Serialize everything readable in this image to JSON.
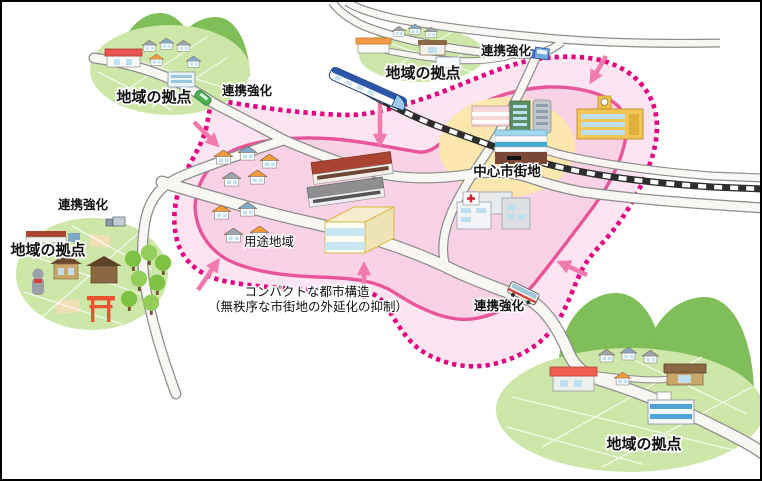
{
  "diagram": {
    "type": "urban-structure-concept-illustration",
    "labels": {
      "hub_top_left": "地域の拠点",
      "hub_top_right": "地域の拠点",
      "hub_left": "地域の拠点",
      "hub_bottom_right": "地域の拠点",
      "link_top_left": "連携強化",
      "link_top_right": "連携強化",
      "link_left": "連携強化",
      "link_bottom": "連携強化",
      "central_district": "中心市街地",
      "use_district": "用途地域",
      "compact_structure_line1": "コンパクトな都市構造",
      "compact_structure_line2": "（無秩序な市街地の外延化の抑制）"
    },
    "colors": {
      "boundary_dotted": "#E4007F",
      "use_district_loop": "#E8559B",
      "zone_fill_outer": "#FCE4F0",
      "zone_fill_inner": "#FAD2E5",
      "center_highlight": "#FCE8AF",
      "arrow": "#F17BAD",
      "hill_green": "#7FBE58",
      "village_green": "#CDE7A8",
      "road_fill": "#F8F7F4",
      "road_edge": "#8C8C8C",
      "railway": "#2E2E2E"
    }
  }
}
